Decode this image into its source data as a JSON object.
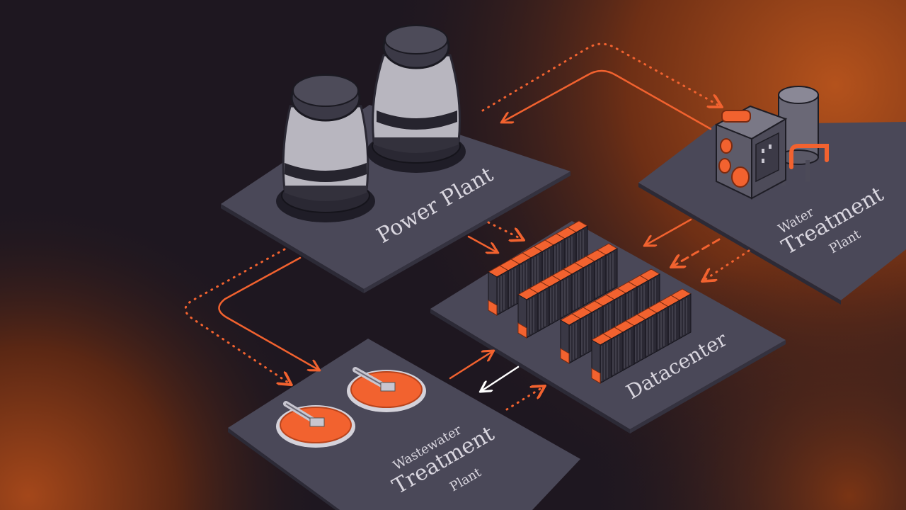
{
  "labels": {
    "power_plant": "Power Plant",
    "water_treatment": [
      "Water",
      "Treatment",
      "Plant"
    ],
    "datacenter": "Datacenter",
    "wastewater_treatment": [
      "Wastewater",
      "Treatment",
      "Plant"
    ]
  },
  "colors": {
    "background_dark": "#1e1720",
    "background_glow": "#8a3a12",
    "accent_orange": "#f2622f",
    "platform": "#4a4858",
    "platform_shadow": "#2c2a36",
    "tower_body": "#b8b6bf",
    "return_arrow": "#ffffff",
    "label_text": "#d9d6df"
  },
  "connections": [
    {
      "from": "Power Plant",
      "to": "Water Treatment Plant",
      "style": "dotted"
    },
    {
      "from": "Water Treatment Plant",
      "to": "Power Plant",
      "style": "solid"
    },
    {
      "from": "Power Plant",
      "to": "Wastewater Treatment Plant",
      "style": "dotted"
    },
    {
      "from": "Power Plant",
      "to": "Wastewater Treatment Plant",
      "style": "solid"
    },
    {
      "from": "Power Plant",
      "to": "Datacenter",
      "style": "solid"
    },
    {
      "from": "Power Plant",
      "to": "Datacenter",
      "style": "dotted"
    },
    {
      "from": "Water Treatment Plant",
      "to": "Datacenter",
      "style": "solid"
    },
    {
      "from": "Water Treatment Plant",
      "to": "Datacenter",
      "style": "dashed"
    },
    {
      "from": "Water Treatment Plant",
      "to": "Datacenter",
      "style": "dotted"
    },
    {
      "from": "Wastewater Treatment Plant",
      "to": "Datacenter",
      "style": "solid"
    },
    {
      "from": "Datacenter",
      "to": "Wastewater Treatment Plant",
      "style": "solid-white"
    },
    {
      "from": "Wastewater Treatment Plant",
      "to": "Datacenter",
      "style": "dotted"
    }
  ]
}
